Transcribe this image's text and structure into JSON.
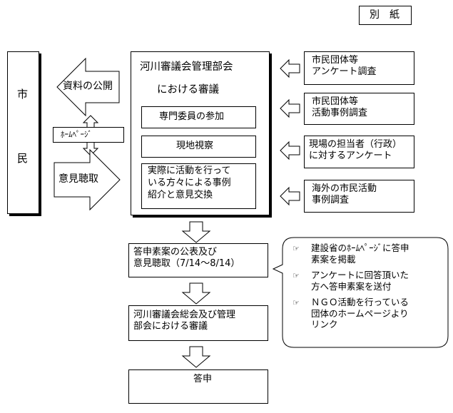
{
  "attachment_label": "別　紙",
  "citizens": {
    "line1": "市",
    "line2": "民"
  },
  "left_arrows": {
    "publish": "資料の公開",
    "homepage": "ﾎｰﾑﾍﾟｰｼﾞ",
    "hearing": "意見聴取"
  },
  "main_box": {
    "title_line1": "河川審議会管理部会",
    "title_line2": "における審議",
    "item1": "専門委員の参加",
    "item2": "現地視察",
    "item3": "実際に活動を行って\nいる方々による事例\n紹介と意見交換"
  },
  "right_inputs": [
    "市民団体等\nアンケート調査",
    "市民団体等\n活動事例調査",
    "現場の担当者（行政）\nに対するアンケート",
    "海外の市民活動\n事例調査"
  ],
  "flow": {
    "draft": "答申素案の公表及び\n意見聴取（7/14～8/14）",
    "plenary": "河川審議会総会及び管理\n部会における審議",
    "final": "答申"
  },
  "callout": {
    "bullet_glyph": "☞",
    "items": [
      "建設省のﾎｰﾑﾍﾟｰｼﾞに答申\n素案を掲載",
      "アンケートに回答頂いた\n方へ答申素案を送付",
      "ＮＧＯ活動を行っている\n団体のホームページより\nリンク"
    ]
  }
}
